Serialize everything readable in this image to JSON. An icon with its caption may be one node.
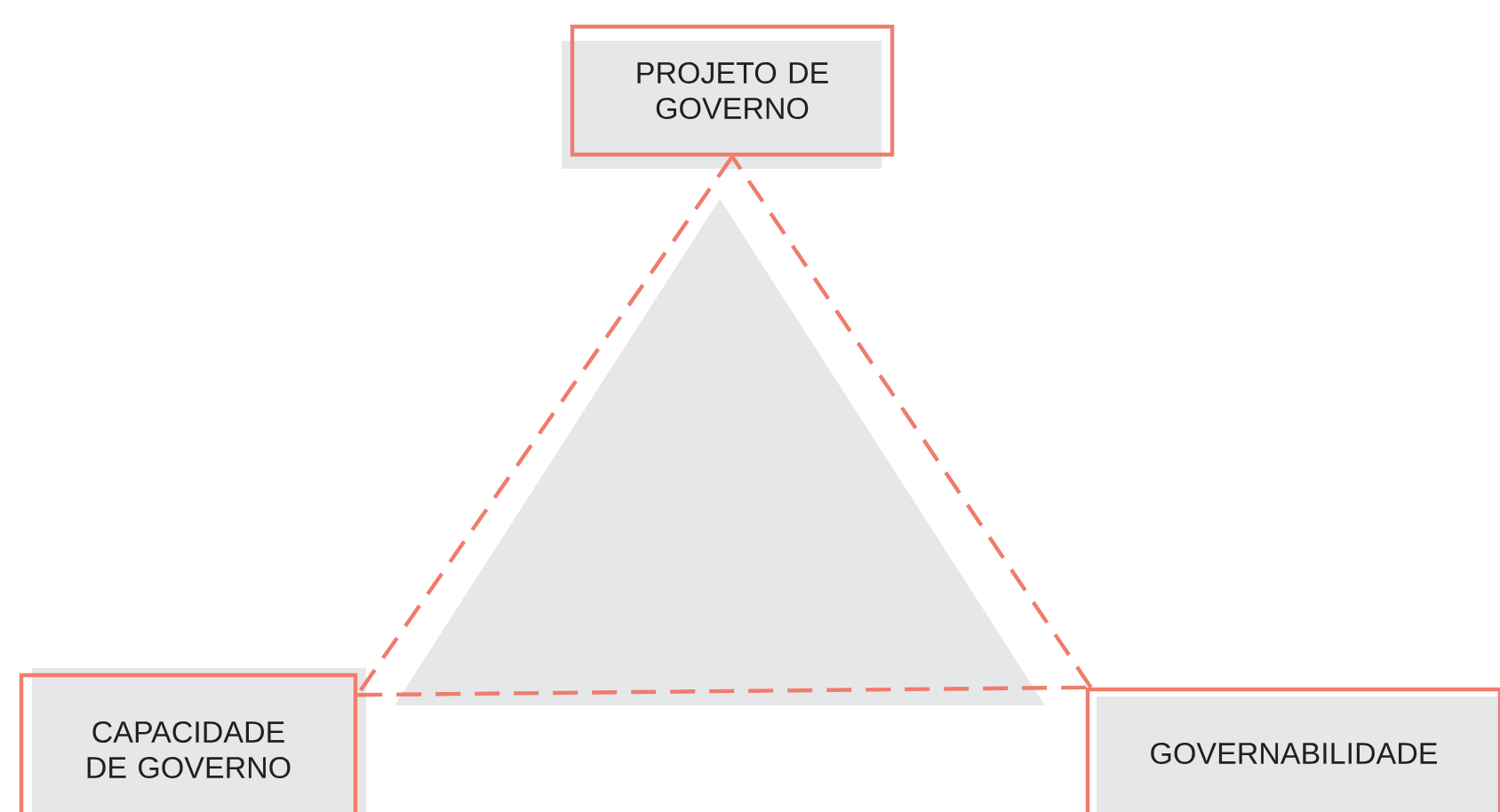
{
  "diagram": {
    "nodes": [
      {
        "text": [
          "PROJETO DE GOVERNO"
        ]
      },
      {
        "text": [
          "CAPACIDADE DE GOVERNO"
        ]
      },
      {
        "text": [
          "GOVERNABILIDADE"
        ]
      }
    ],
    "edges": [
      {
        "from": 0,
        "to": 1,
        "arrow": "none",
        "style": "dashed",
        "color": "#f07c6c"
      },
      {
        "from": 1,
        "to": 2,
        "arrow": "none",
        "style": "dashed",
        "color": "#f07c6c"
      },
      {
        "from": 2,
        "to": 0,
        "arrow": "none",
        "style": "dashed",
        "color": "#f07c6c"
      }
    ]
  }
}
